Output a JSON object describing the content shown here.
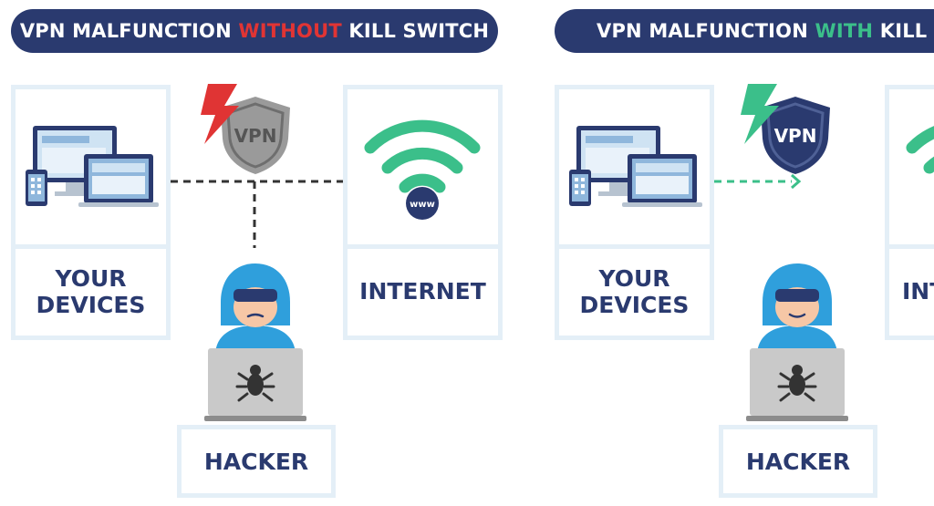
{
  "left_panel": {
    "title_prefix": "VPN MALFUNCTION ",
    "title_highlight": "WITHOUT",
    "title_suffix": " KILL SWITCH",
    "highlight_color": "#e03434",
    "devices_label_line1": "YOUR",
    "devices_label_line2": "DEVICES",
    "internet_label": "INTERNET",
    "hacker_label": "HACKER",
    "vpn_text": "VPN",
    "www_text": "www"
  },
  "right_panel": {
    "title_prefix": "VPN MALFUNCTION ",
    "title_highlight": "WITH",
    "title_suffix": " KILL SW",
    "highlight_color": "#3bbf8a",
    "devices_label_line1": "YOUR",
    "devices_label_line2": "DEVICES",
    "internet_label": "INT",
    "hacker_label": "HACKER",
    "vpn_text": "VPN"
  },
  "colors": {
    "navy": "#2a3a6f",
    "box_border": "#e4eff7",
    "green": "#3bbf8a",
    "red": "#e03434",
    "hacker_blue": "#2f9fdc",
    "laptop_gray": "#c9c9c9"
  },
  "icons": [
    "devices-icon",
    "vpn-shield-icon",
    "lightning-icon",
    "wifi-icon",
    "hacker-icon",
    "laptop-bug-icon"
  ]
}
